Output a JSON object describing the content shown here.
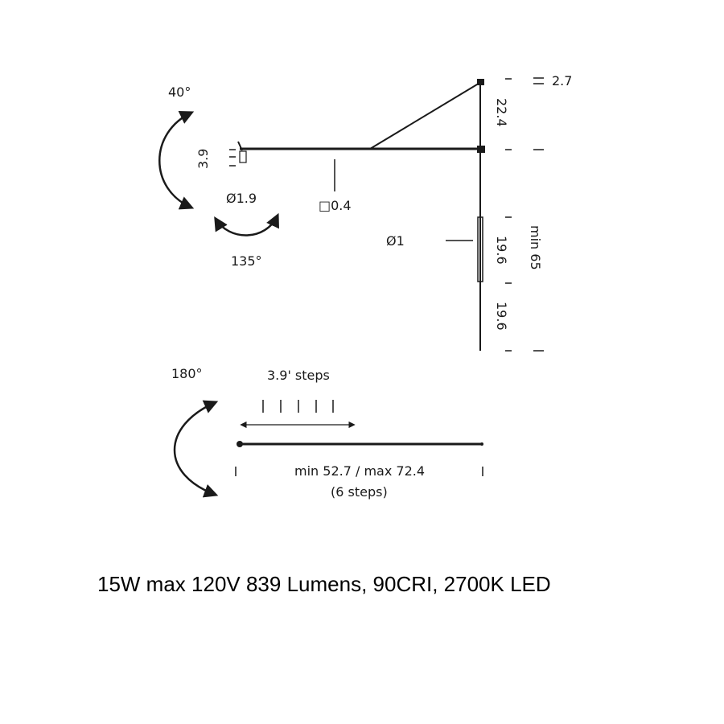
{
  "side_view": {
    "angle_tilt": "40°",
    "angle_swivel": "135°",
    "head_height": "3.9",
    "head_diameter": "Ø1.9",
    "arm_section": "□0.4",
    "rod_diameter": "Ø1",
    "dim_top": "2.7",
    "dim_upper": "22.4",
    "dim_lower_1": "19.6",
    "dim_lower_2": "19.6",
    "dim_min_height": "min 65"
  },
  "top_view": {
    "angle_rotation": "180°",
    "steps_label": "3.9' steps",
    "length_label": "min 52.7 / max 72.4",
    "steps_count_label": "(6 steps)"
  },
  "spec_line": "15W max 120V 839 Lumens, 90CRI, 2700K LED"
}
